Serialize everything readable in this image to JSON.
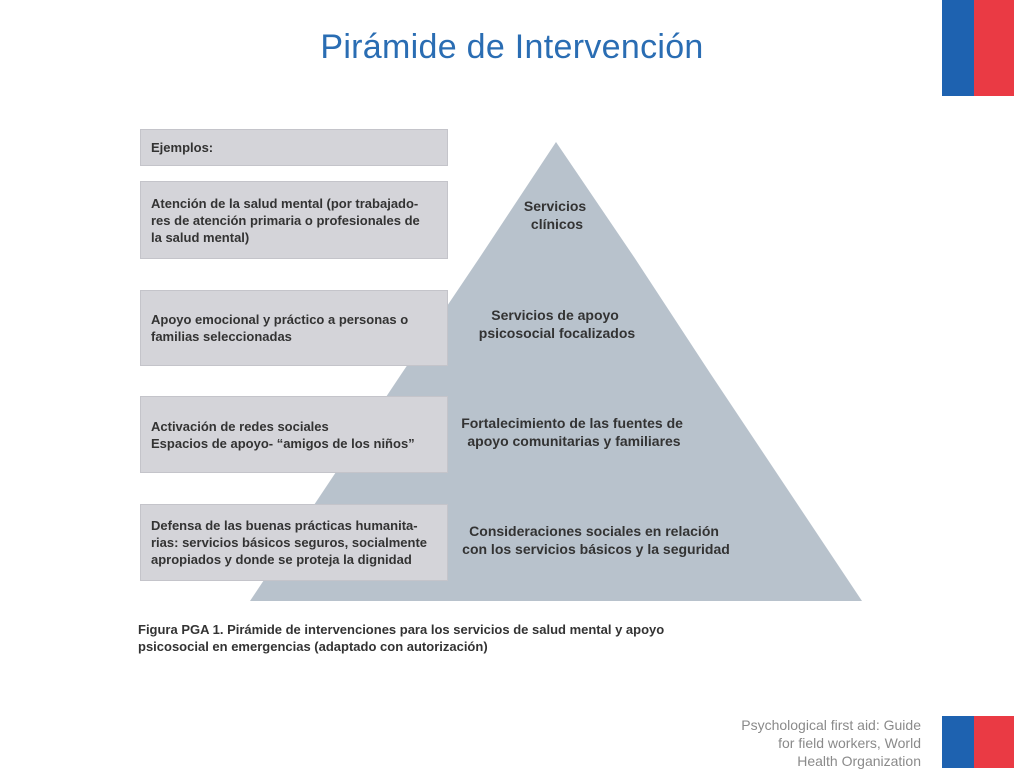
{
  "title": "Pirámide de Intervención",
  "brand_colors": {
    "blue": "#1e62b0",
    "red": "#ea3a44",
    "title": "#2a6db3",
    "pyramid": "#b8c2cc"
  },
  "examples": {
    "header": "Ejemplos:",
    "items": [
      "Atención de la salud mental (por trabajado-\nres de atención primaria o profesionales de\nla salud mental)",
      "Apoyo emocional y práctico a personas o\nfamilias seleccionadas",
      "Activación de redes sociales\nEspacios de apoyo- “amigos de los niños”",
      "Defensa de las buenas prácticas humanita-\nrias: servicios básicos seguros, socialmente\napropiados y donde se proteja la dignidad"
    ]
  },
  "pyramid": {
    "levels": [
      [
        "Servicios",
        "clínicos"
      ],
      [
        "Servicios de apoyo",
        "psicosocial focalizados"
      ],
      [
        "Fortalecimiento de las fuentes de",
        "apoyo comunitarias y familiares"
      ],
      [
        "Consideraciones sociales en relación",
        "con los servicios básicos y la seguridad"
      ]
    ]
  },
  "caption": "Figura PGA 1. Pirámide de intervenciones para los servicios de salud mental y apoyo\npsicosocial en emergencias (adaptado con autorización)",
  "source": "Psychological first aid: Guide\nfor field workers, World\nHealth Organization"
}
